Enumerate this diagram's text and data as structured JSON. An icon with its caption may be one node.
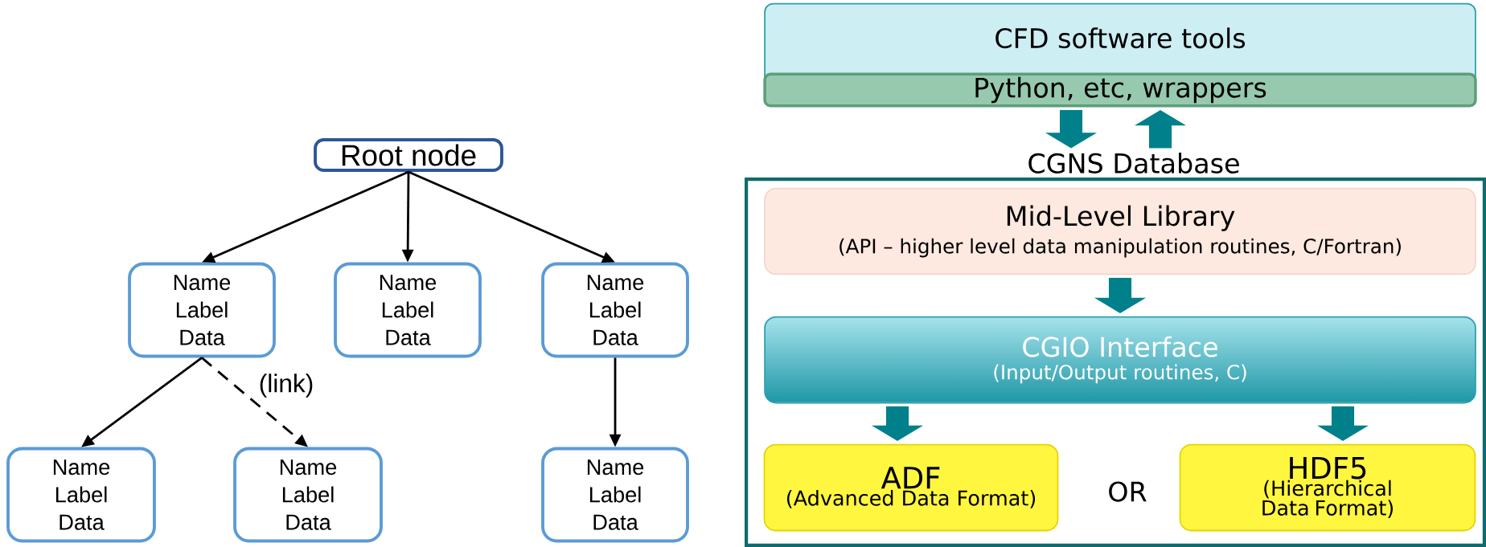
{
  "diagram": {
    "nodes": [
      {
        "text": [
          "Root node"
        ]
      },
      {
        "text": [
          "Name",
          "Label",
          "Data"
        ]
      },
      {
        "text": [
          "Name",
          "Label",
          "Data"
        ]
      },
      {
        "text": [
          "Name",
          "Label",
          "Data"
        ]
      },
      {
        "text": [
          "Name",
          "Label",
          "Data"
        ]
      },
      {
        "text": [
          "Name",
          "Label",
          "Data"
        ]
      },
      {
        "text": [
          "Name",
          "Label",
          "Data"
        ]
      },
      {
        "text": [
          "CFD software tools"
        ]
      },
      {
        "text": [
          "Python, etc, wrappers"
        ],
        "in": 7
      },
      {
        "text": [
          "CGNS Database"
        ]
      },
      {
        "text": [
          "Mid-Level Library",
          "(API – higher level data manipulation routines, C/Fortran)"
        ],
        "in": 9
      },
      {
        "text": [
          "CGIO Interface",
          "(Input/Output routines, C)"
        ],
        "in": 9
      },
      {
        "text": [
          "ADF",
          "(Advanced Data Format)"
        ],
        "in": 9
      },
      {
        "text": [
          "HDF5",
          "(Hierarchical Data Format)"
        ],
        "in": 9
      }
    ],
    "edges": [
      {
        "from": 0,
        "to": 1,
        "arrow": "to"
      },
      {
        "from": 0,
        "to": 2,
        "arrow": "to"
      },
      {
        "from": 0,
        "to": 3,
        "arrow": "to"
      },
      {
        "from": 1,
        "to": 4,
        "arrow": "to"
      },
      {
        "from": 1,
        "to": 5,
        "arrow": "to",
        "label": "(link)",
        "style": "dashed"
      },
      {
        "from": 3,
        "to": 6,
        "arrow": "to"
      },
      {
        "from": 8,
        "to": 9,
        "arrow": "to",
        "style": "thick",
        "color": "#00808a"
      },
      {
        "from": 9,
        "to": 8,
        "arrow": "to",
        "style": "thick",
        "color": "#00808a"
      },
      {
        "from": 10,
        "to": 11,
        "arrow": "to",
        "style": "thick",
        "color": "#00808a"
      },
      {
        "from": 11,
        "to": 12,
        "arrow": "to",
        "style": "thick",
        "color": "#00808a"
      },
      {
        "from": 11,
        "to": 13,
        "arrow": "to",
        "style": "thick",
        "color": "#00808a"
      }
    ],
    "labels": [
      "OR"
    ]
  }
}
